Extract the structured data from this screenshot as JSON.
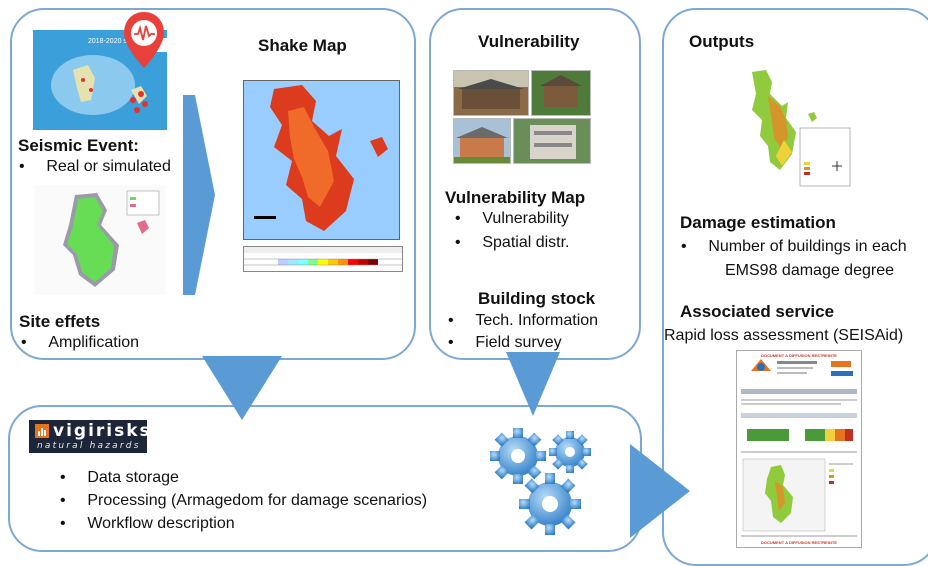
{
  "seismic": {
    "map_small_title": "2018-2020 seism",
    "heading": "Seismic Event:",
    "bullet": "Real or simulated",
    "site_heading": "Site effets",
    "site_bullet": "Amplification"
  },
  "shakemap": {
    "title": "Shake Map"
  },
  "vulnerability": {
    "title": "Vulnerability",
    "map_heading": "Vulnerability Map",
    "map_items": [
      "Vulnerability",
      "Spatial distr."
    ],
    "stock_heading": "Building stock",
    "stock_items": [
      "Tech. Information",
      "Field survey"
    ]
  },
  "outputs": {
    "title": "Outputs",
    "damage_heading": "Damage estimation",
    "damage_line1": "Number of buildings in each",
    "damage_line2": "EMS98 damage degree",
    "service_heading": "Associated service",
    "service_text": "Rapid loss assessment (SEISAid)",
    "report_banner": "DOCUMENT A DIFFUSION RESTREINTE"
  },
  "platform": {
    "logo_main": "vigirisks",
    "logo_sub": "natural hazards",
    "items": [
      "Data storage",
      "Processing (Armagedom for damage scenarios)",
      "Workflow description"
    ]
  },
  "colors": {
    "border": "#7ea8d4",
    "arrow": "#5b9bd5",
    "gear": "#4a8fd0",
    "logo_bg": "#1c2638",
    "logo_orange": "#e8731e"
  }
}
